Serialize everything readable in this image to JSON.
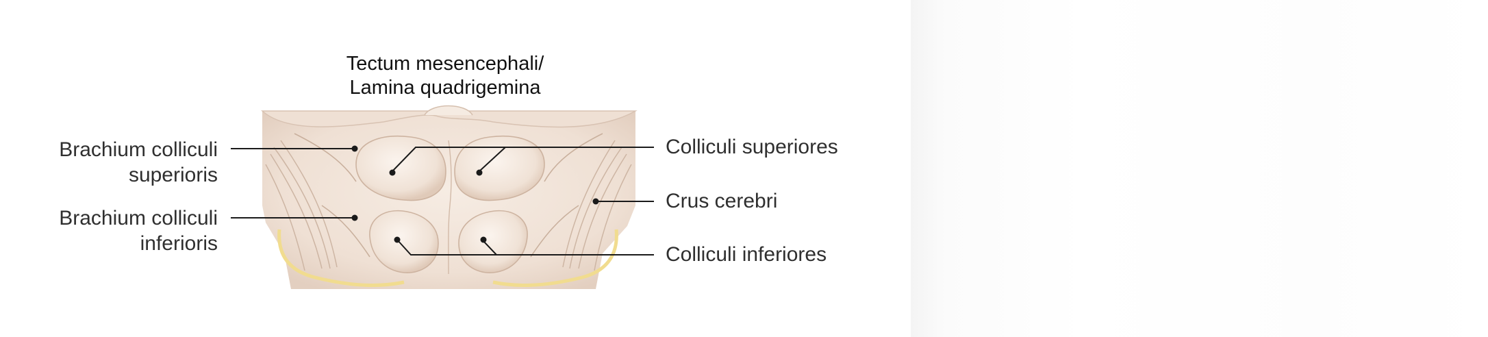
{
  "title": {
    "line1": "Tectum mesencephali/",
    "line2": "Lamina quadrigemina"
  },
  "labels": {
    "brachium_superioris": [
      "Brachium colliculi",
      "superioris"
    ],
    "brachium_inferioris": [
      "Brachium colliculi",
      "inferioris"
    ],
    "colliculi_superiores": "Colliculi superiores",
    "crus_cerebri": "Crus cerebri",
    "colliculi_inferiores": "Colliculi inferiores"
  },
  "colors": {
    "tissue": "#f3e7dd",
    "tissue_shadow": "#dcc7b8",
    "nerve_yellow": "#f1dc8f",
    "leader_line": "#1a1a1a"
  }
}
